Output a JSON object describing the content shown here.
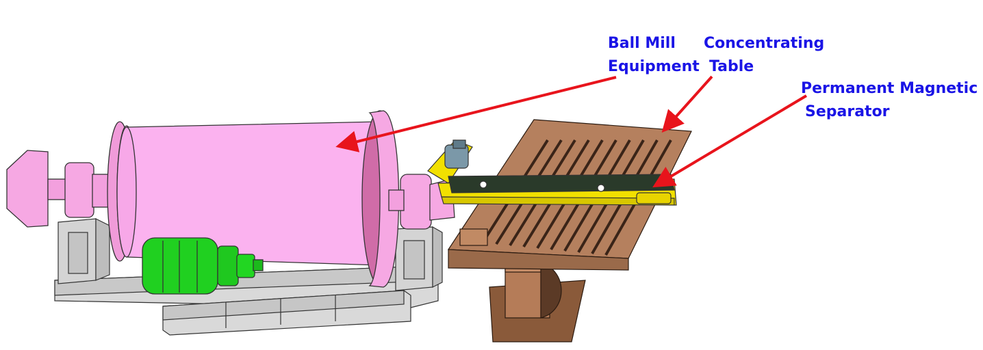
{
  "labels": {
    "ball_mill": {
      "line1": "Ball Mill",
      "line2": "Equipment"
    },
    "concentrating_table": {
      "line1": "Concentrating",
      "line2": "Table"
    },
    "magnetic_separator": {
      "line1": "Permanent Magnetic",
      "line2": "Separator"
    }
  },
  "colors": {
    "label_text": "#1a14e6",
    "arrow": "#e8141c",
    "mill_drum": "#f7a6e6",
    "motor": "#1ed21e",
    "frame": "#d4d4d4",
    "table": "#b07a57",
    "separator": "#f2e000"
  }
}
